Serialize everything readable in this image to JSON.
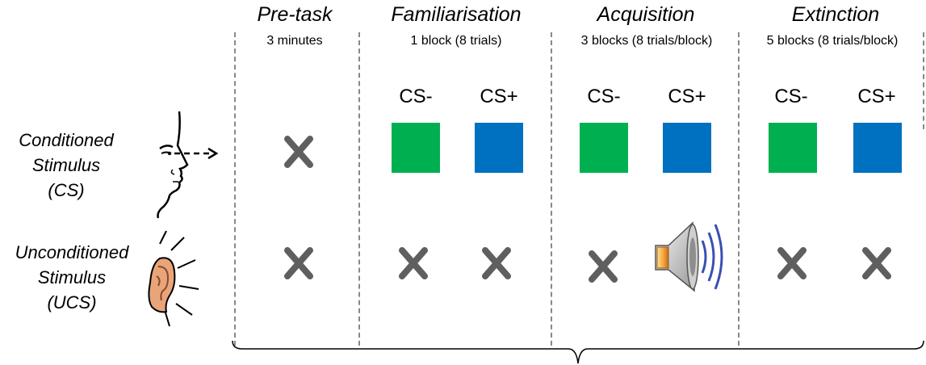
{
  "phases": [
    {
      "title": "Pre-task",
      "subtitle": "3 minutes"
    },
    {
      "title": "Familiarisation",
      "subtitle": "1 block (8 trials)"
    },
    {
      "title": "Acquisition",
      "subtitle": "3 blocks (8 trials/block)"
    },
    {
      "title": "Extinction",
      "subtitle": "5 blocks (8 trials/block)"
    }
  ],
  "rows": {
    "cs": [
      "Conditioned",
      "Stimulus",
      "(CS)"
    ],
    "ucs": [
      "Unconditioned",
      "Stimulus",
      "(UCS)"
    ]
  },
  "stimuli": {
    "cs_minus": "CS-",
    "cs_plus": "CS+",
    "cs_minus_color": "#00b050",
    "cs_plus_color": "#0070c0"
  },
  "colors": {
    "divider": "#888888",
    "xmark": "#5f5f5f"
  }
}
